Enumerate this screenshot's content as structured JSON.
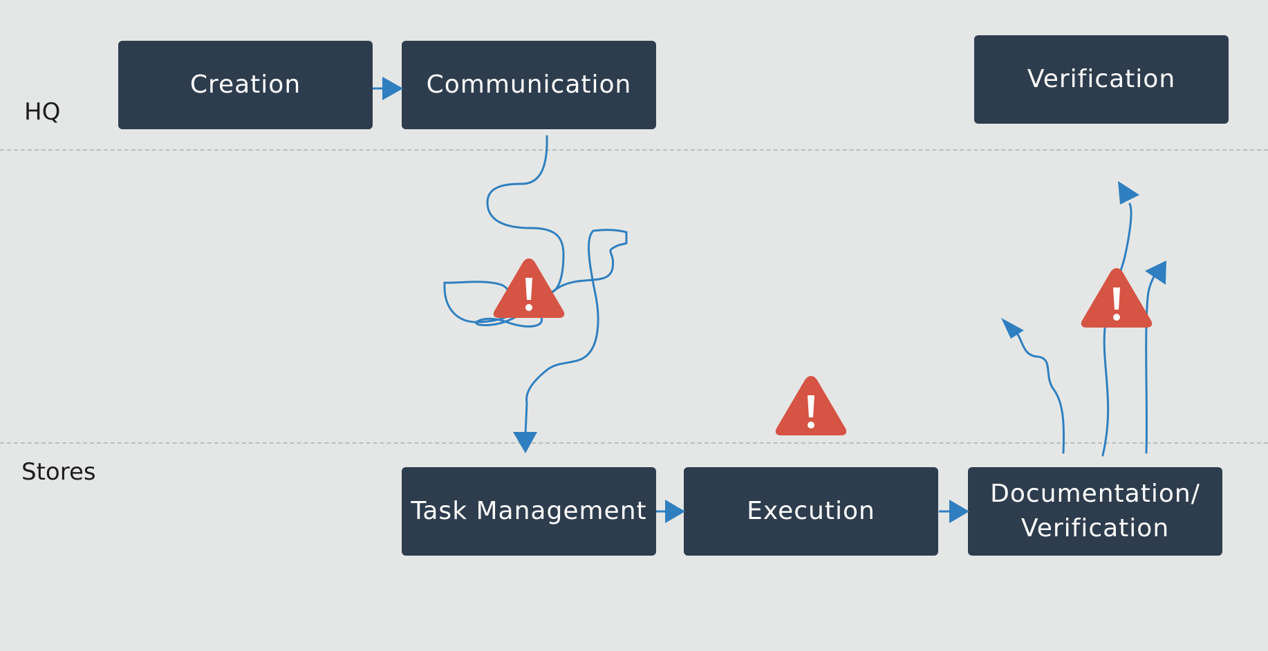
{
  "lanes": {
    "hq": "HQ",
    "stores": "Stores"
  },
  "steps": {
    "creation": "Creation",
    "communication": "Communication",
    "verification": "Verification",
    "task_management": "Task Management",
    "execution": "Execution",
    "documentation_verification": "Documentation/\nVerification"
  },
  "icons": {
    "warning": "warning-triangle-icon",
    "arrow": "arrowhead-icon"
  },
  "colors": {
    "background": "#e5e7e6",
    "box": "#2e3d4e",
    "box_text": "#ffffff",
    "flow": "#2f7fc0",
    "warning": "#d65444",
    "divider": "#b9bcbb"
  }
}
